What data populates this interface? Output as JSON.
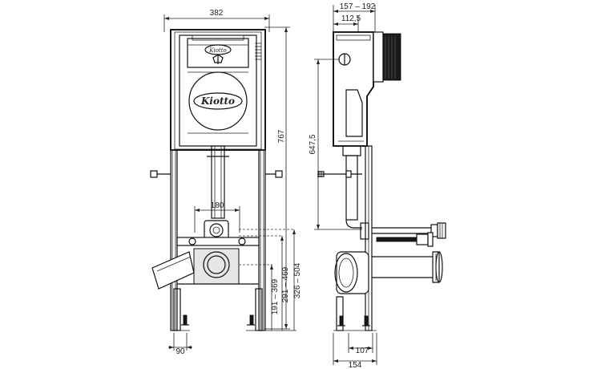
{
  "front_view": {
    "width_label": "382",
    "height_label": "767",
    "inner_label": "180",
    "offset_labels": [
      "191 – 369",
      "291 – 469",
      "326 – 504"
    ],
    "foot_label": "90"
  },
  "side_view": {
    "top_label_1": "157 – 192",
    "top_label_2": "112,5",
    "height_label": "647,5",
    "foot_label_1": "107",
    "foot_label_2": "154"
  },
  "logo": {
    "label": "Kiotto"
  },
  "colors": {
    "line": "#111111",
    "background": "#ffffff",
    "shade": "#e6e6e6"
  }
}
